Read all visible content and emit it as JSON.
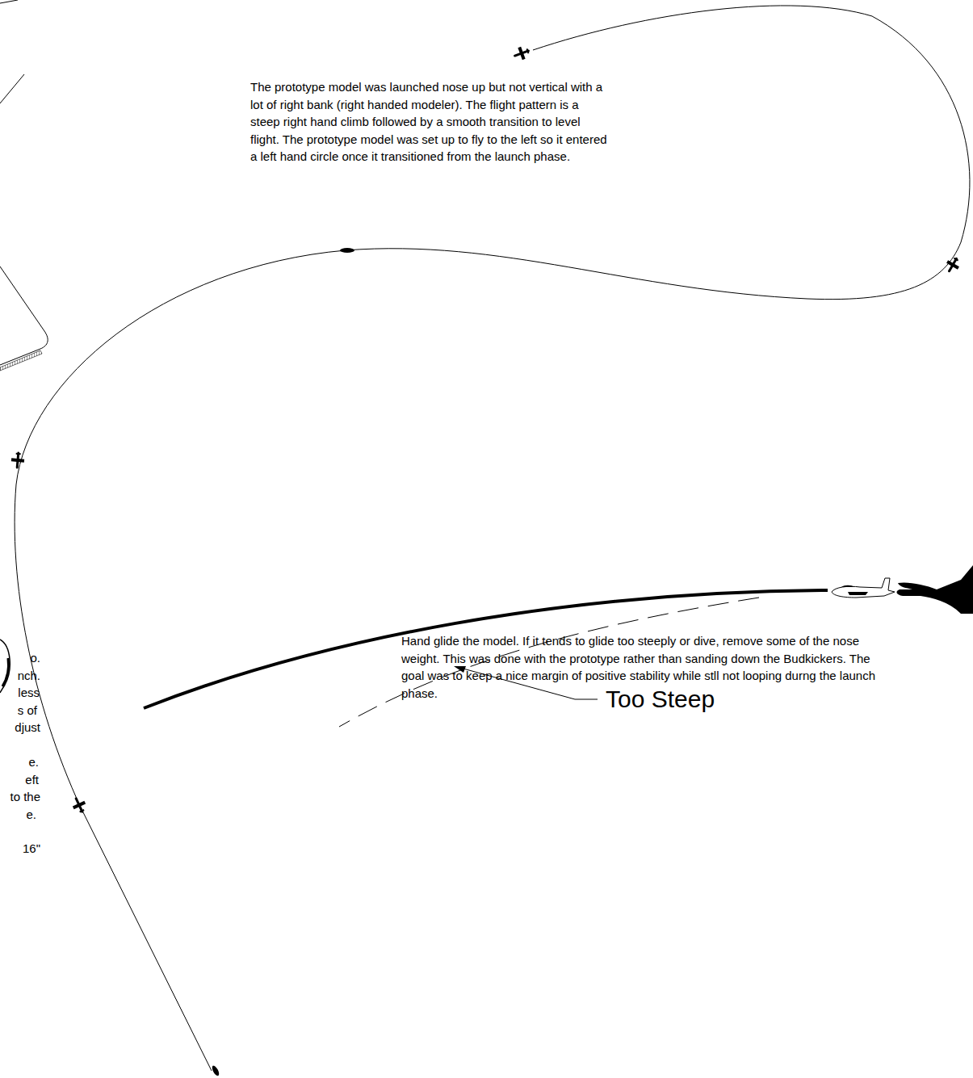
{
  "diagram": {
    "labels": [
      "The prototype model was launched nose up but not vertical with a lot of right bank (right handed modeler). The flight pattern is a steep right hand climb followed by a smooth transition to level flight. The prototype model was set up to fly to the left so it entered a left hand circle once it transitioned from the launch phase.",
      "Too Steep",
      "Hand glide the model. If it tends to glide too steeply or dive, remove some of the nose weight. This was done with the prototype rather than sanding down the Budkickers. The goal was to keep a nice margin of positive stability while stll not looping durng the launch phase.",
      "o.",
      "nch.",
      "less",
      "s of",
      "djust",
      "e.",
      "eft",
      "to the",
      "e.",
      "16\""
    ]
  }
}
